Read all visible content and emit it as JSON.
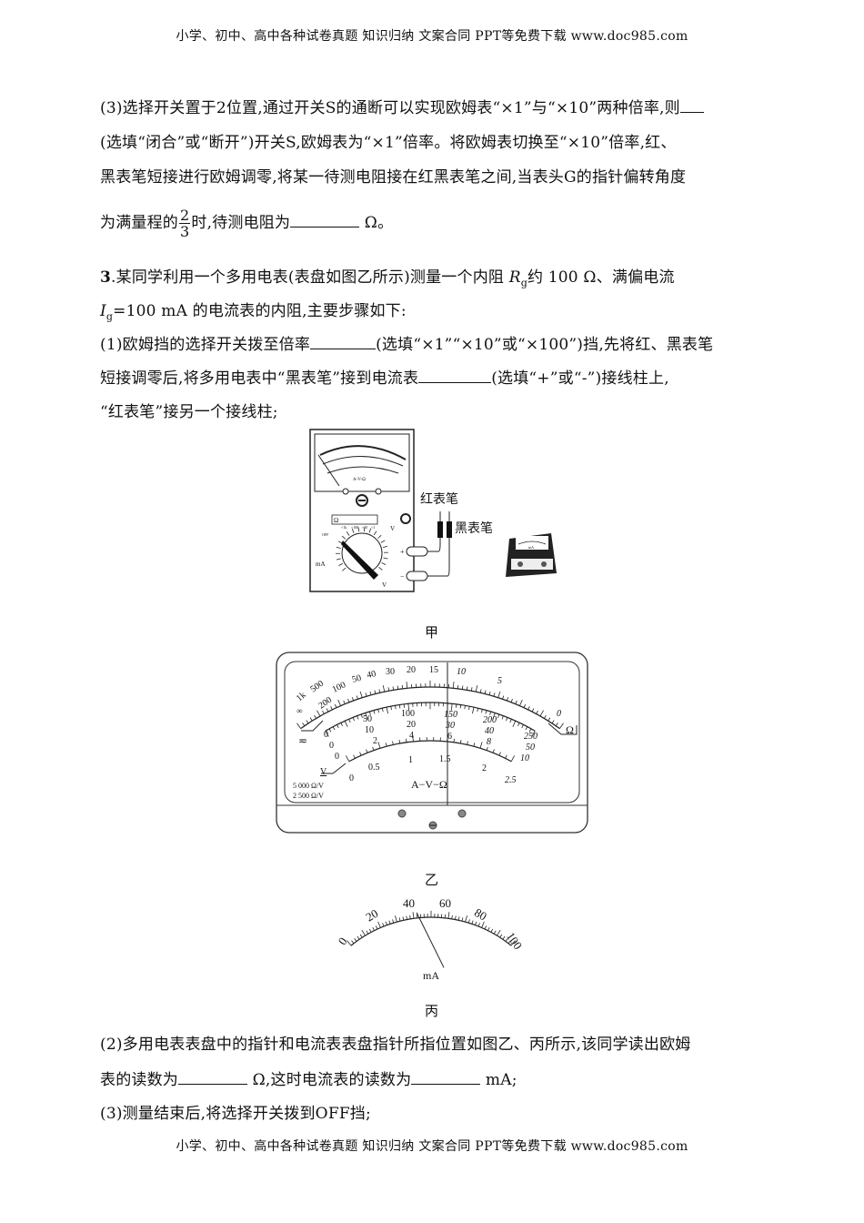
{
  "header": {
    "text": "小学、初中、高中各种试卷真题  知识归纳  文案合同  PPT等免费下载      www.doc985.com"
  },
  "footer": {
    "text": "小学、初中、高中各种试卷真题  知识归纳  文案合同  PPT等免费下载      www.doc985.com"
  },
  "q2_part3": {
    "line1": "(3)选择开关置于2位置,通过开关S的通断可以实现欧姆表“×1”与“×10”两种倍率,则",
    "line2": "(选填“闭合”或“断开”)开关S,欧姆表为“×1”倍率。将欧姆表切换至“×10”倍率,红、",
    "line3": "黑表笔短接进行欧姆调零,将某一待测电阻接在红黑表笔之间,当表头G的指针偏转角度",
    "line4_pre": "为满量程的",
    "frac_num": "2",
    "frac_den": "3",
    "line4_mid": "时,待测电阻为",
    "line4_post": " Ω。"
  },
  "q3": {
    "number": "3",
    "line1": ".某同学利用一个多用电表(表盘如图乙所示)测量一个内阻 ",
    "rg_sym": "R",
    "rg_sub": "g",
    "line1_post": "约 100 Ω、满偏电流",
    "ig_sym": "I",
    "ig_sub": "g",
    "line2": "=100 mA 的电流表的内阻,主要步骤如下:",
    "p1_line1_pre": "(1)欧姆挡的选择开关拨至倍率",
    "p1_line1_post": "(选填“×1”“×10”或“×100”)挡,先将红、黑表笔",
    "p1_line2_pre": "短接调零后,将多用电表中“黑表笔”接到电流表",
    "p1_line2_post": "(选填“+”或“-”)接线柱上,",
    "p1_line3": "“红表笔”接另一个接线柱;",
    "p2_line1": "(2)多用电表表盘中的指针和电流表表盘指针所指位置如图乙、丙所示,该同学读出欧姆",
    "p2_line2_pre": "表的读数为",
    "p2_line2_mid": " Ω,这时电流表的读数为",
    "p2_line2_post": " mA;",
    "p3": "(3)测量结束后,将选择开关拨到OFF挡;"
  },
  "figure_jia": {
    "caption": "甲",
    "red_probe": "红表笔",
    "black_probe": "黑表笔",
    "switch_labels": [
      "Ω",
      "×1k",
      "×100",
      "×10",
      "×1",
      "OFF",
      "mA",
      "V",
      "V"
    ],
    "dial_text": "A-V-Ω",
    "plus": "+",
    "minus": "−",
    "ammeter_unit": "mA"
  },
  "figure_yi": {
    "caption": "乙",
    "ohm_labels": [
      "∞",
      "1k",
      "500",
      "200",
      "100",
      "50",
      "40",
      "30",
      "20",
      "15",
      "10",
      "5",
      "0"
    ],
    "scale1": [
      "0",
      "50",
      "100",
      "150",
      "200",
      "250"
    ],
    "scale2": [
      "0",
      "10",
      "20",
      "30",
      "40",
      "50"
    ],
    "scale3": [
      "0",
      "2",
      "4",
      "6",
      "8",
      "10"
    ],
    "volt_labels": [
      "0",
      "0.5",
      "1",
      "1.5",
      "2",
      "2.5"
    ],
    "center_text": "A−V−Ω",
    "ohm_unit": "Ω",
    "ac_symbol": "≂",
    "v_symbol": "V",
    "sens1": "5 000  Ω/V",
    "sens2": "2 500  Ω/V"
  },
  "figure_bing": {
    "caption": "丙",
    "labels": [
      "0",
      "20",
      "40",
      "60",
      "80",
      "100"
    ],
    "unit": "mA",
    "reading_mA": 42
  }
}
